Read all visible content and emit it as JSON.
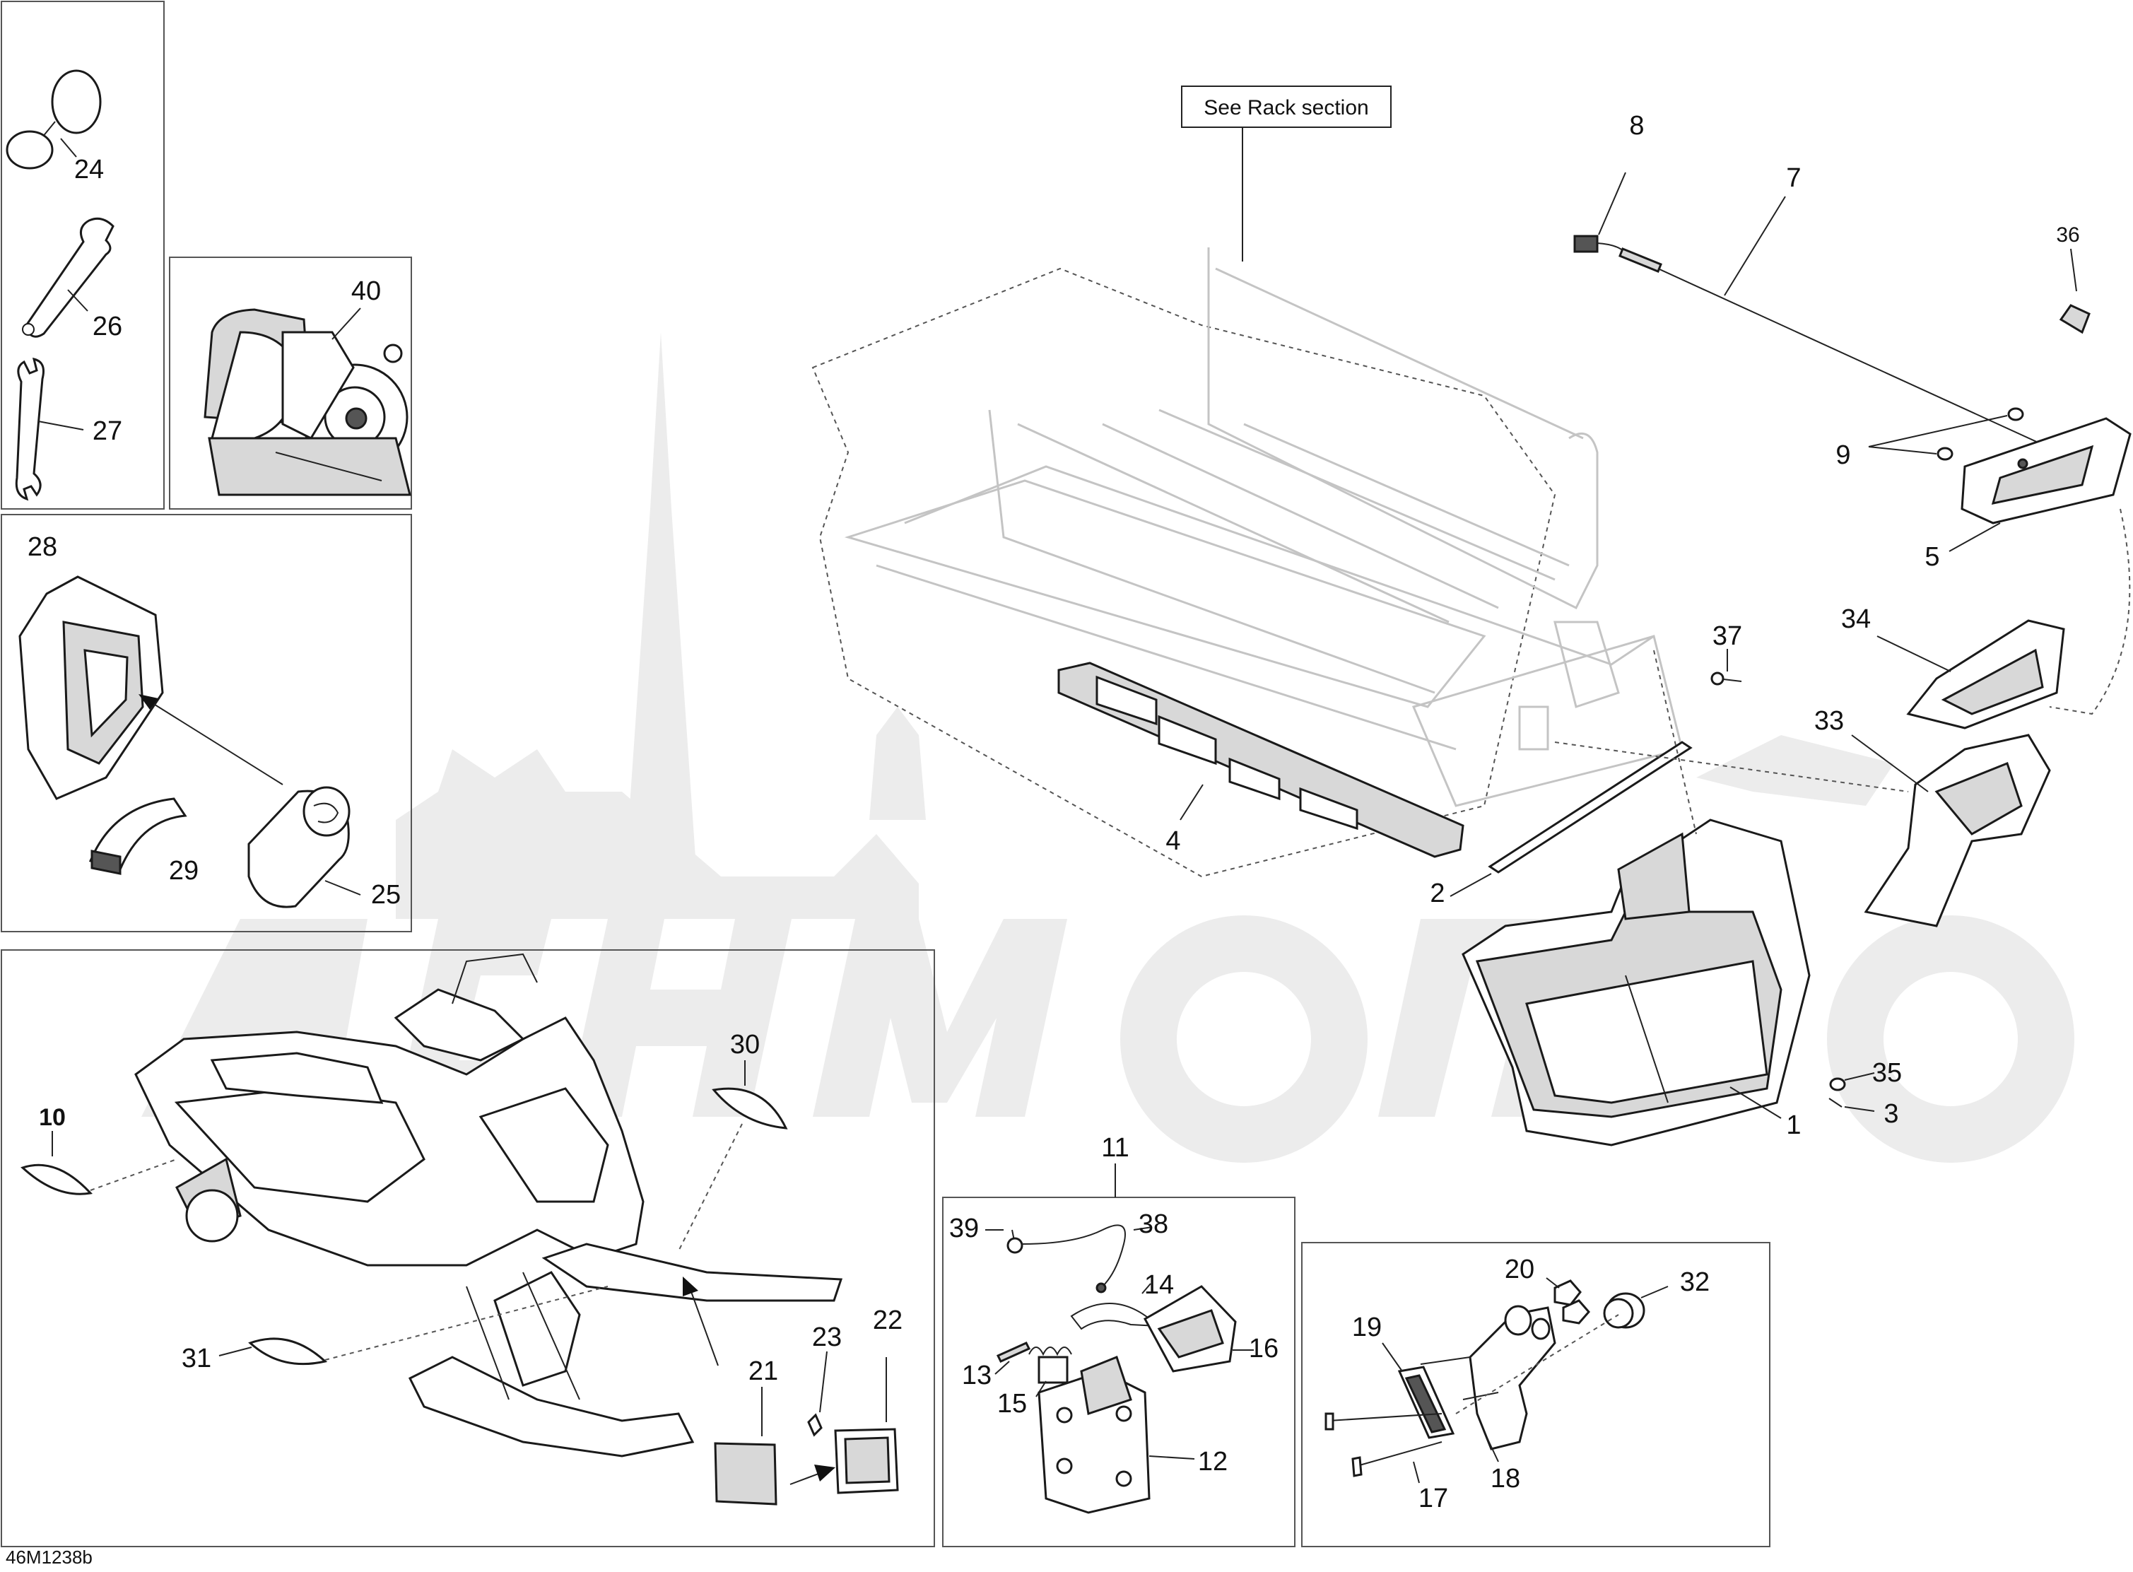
{
  "diagram_code": "46M1238b",
  "callout": "See Rack section",
  "labels": {
    "l1": "1",
    "l2": "2",
    "l3": "3",
    "l4": "4",
    "l5": "5",
    "l7": "7",
    "l8": "8",
    "l9": "9",
    "l10": "10",
    "l11": "11",
    "l12": "12",
    "l13": "13",
    "l14": "14",
    "l15": "15",
    "l16": "16",
    "l17": "17",
    "l18": "18",
    "l19": "19",
    "l20": "20",
    "l21": "21",
    "l22": "22",
    "l23": "23",
    "l24": "24",
    "l25": "25",
    "l26": "26",
    "l27": "27",
    "l28": "28",
    "l29": "29",
    "l30": "30",
    "l31": "31",
    "l32": "32",
    "l33": "33",
    "l34": "34",
    "l35": "35",
    "l36": "36",
    "l37": "37",
    "l38": "38",
    "l39": "39",
    "l40": "40"
  },
  "colors": {
    "line": "#1a1a1a",
    "watermark": "#ececec",
    "frame": "#555555"
  }
}
